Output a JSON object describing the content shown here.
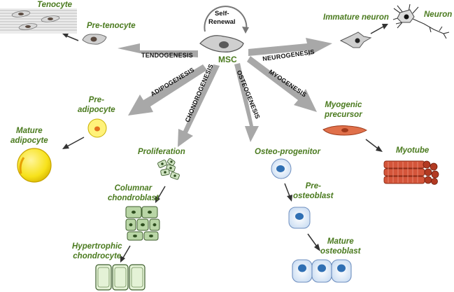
{
  "center": {
    "label": "MSC",
    "self_renewal": [
      "Self-",
      "Renewal"
    ]
  },
  "pathways": {
    "tendogenesis": "TENDOGENESIS",
    "adipogenesis": "ADIPOGENESIS",
    "chondrogenesis": "CHONDROGENESIS",
    "osteogenesis": "OSTEOGENESIS",
    "myogenesis": "MYOGENESIS",
    "neurogenesis": "NEUROGENESIS"
  },
  "cells": {
    "tenocyte": "Tenocyte",
    "pre_tenocyte": "Pre-tenocyte",
    "pre_adipocyte": [
      "Pre-",
      "adipocyte"
    ],
    "mature_adipocyte": [
      "Mature",
      "adipocyte"
    ],
    "proliferation": "Proliferation",
    "columnar_chondroblast": [
      "Columnar",
      "chondroblast"
    ],
    "hypertrophic_chondrocyte": [
      "Hypertrophic",
      "chondrocyte"
    ],
    "osteo_progenitor": "Osteo-progenitor",
    "pre_osteoblast": [
      "Pre-",
      "osteoblast"
    ],
    "mature_osteoblast": [
      "Mature",
      "osteoblast"
    ],
    "myogenic_precursor": [
      "Myogenic",
      "precursor"
    ],
    "myotube": "Myotube",
    "immature_neuron": "Immature neuron",
    "neuron": "Neuron"
  }
}
